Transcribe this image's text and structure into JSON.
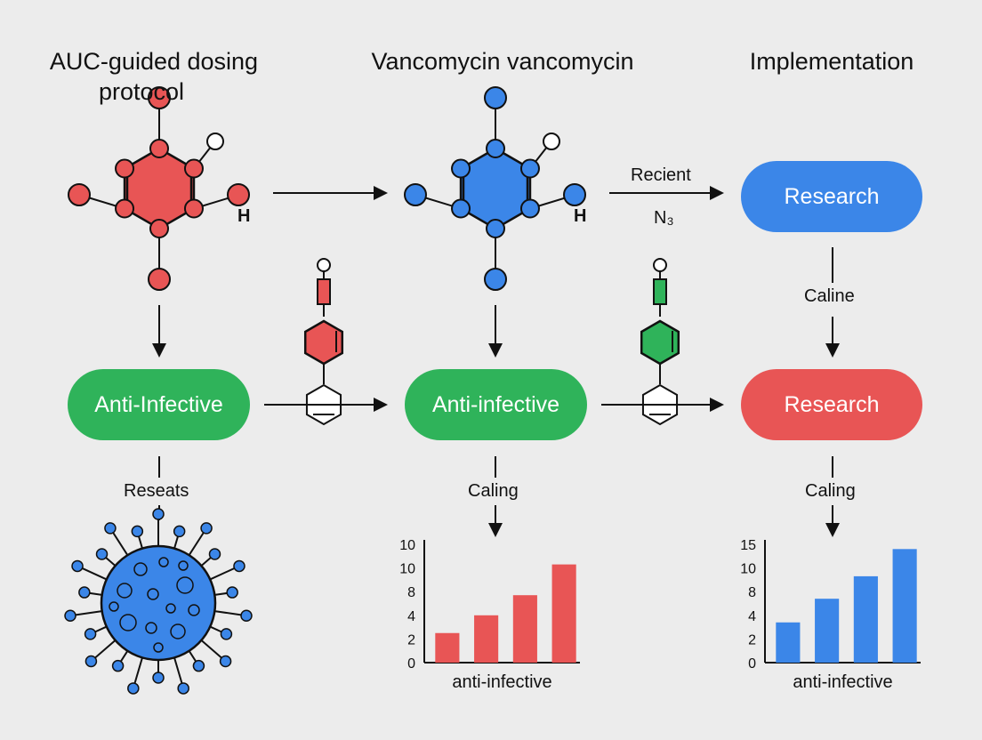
{
  "titles": {
    "col1_line1": "AUC-guided dosing",
    "col1_line2": "protocol",
    "col2": "Vancomycin  vancomycin",
    "col3": "Implementation"
  },
  "molecule_labels": {
    "h1": "H",
    "h2": "H"
  },
  "arrow_labels": {
    "recient": "Recient",
    "n3": "N₃",
    "caline": "Caline",
    "reseats": "Reseats",
    "caling_mid": "Caling",
    "caling_right": "Caling"
  },
  "pills": {
    "anti_infective_left": "Anti-Infective",
    "anti_infective_mid": "Anti-infective",
    "research_top": "Research",
    "research_bottom": "Research"
  },
  "colors": {
    "red": "#e85555",
    "blue": "#3b86e8",
    "green": "#2fb35a",
    "ink": "#111111"
  },
  "chart_data": [
    {
      "type": "bar",
      "categories": [
        "",
        "",
        "",
        ""
      ],
      "values": [
        2.5,
        4,
        5.7,
        8.3
      ],
      "ytick_labels": [
        "0",
        "2",
        "4",
        "8",
        "10",
        "10"
      ],
      "xlabel": "anti-infective",
      "color": "#e85555"
    },
    {
      "type": "bar",
      "categories": [
        "",
        "",
        "",
        ""
      ],
      "values": [
        3.4,
        5.4,
        7.3,
        9.6
      ],
      "ytick_labels": [
        "0",
        "2",
        "4",
        "8",
        "10",
        "15"
      ],
      "xlabel": "anti-infective",
      "color": "#3b86e8"
    }
  ]
}
